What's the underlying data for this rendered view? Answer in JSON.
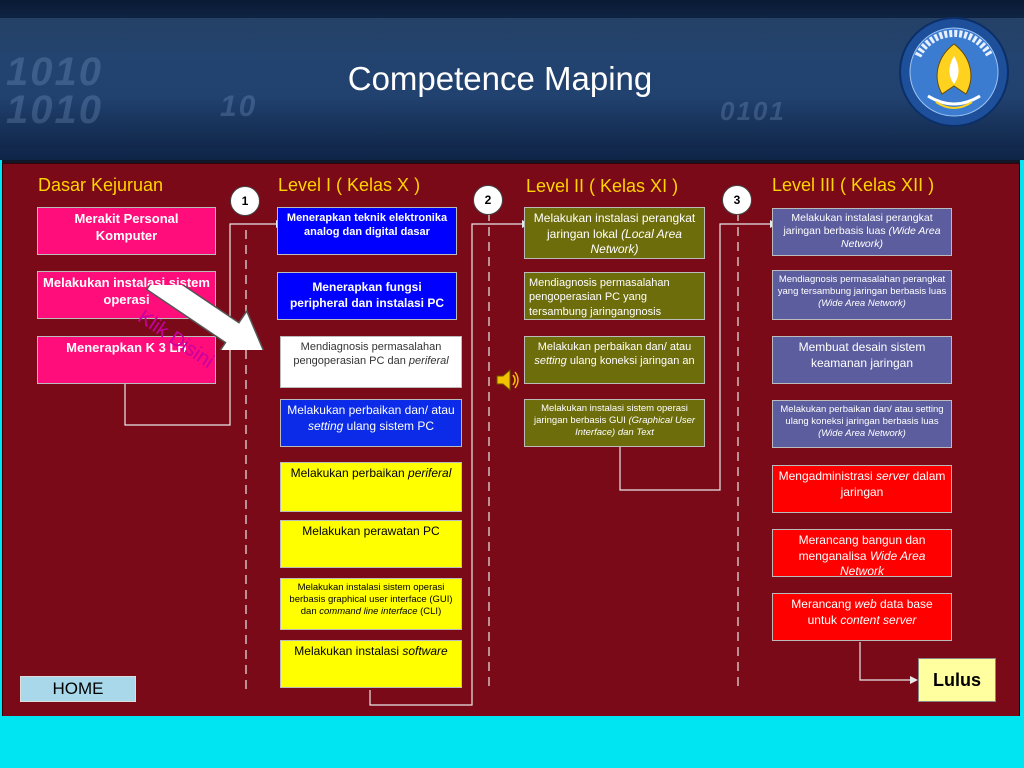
{
  "title": "Competence Maping",
  "columns": [
    {
      "heading": "Dasar Kejuruan"
    },
    {
      "heading": "Level I ( Kelas X )",
      "badge": "1"
    },
    {
      "heading": "Level II ( Kelas XI )",
      "badge": "2"
    },
    {
      "heading": "Level III ( Kelas XII )",
      "badge": "3"
    }
  ],
  "dasar": [
    "Merakit Personal Komputer",
    "Melakukan instalasi sistem operasi",
    "Menerapkan K 3 LH"
  ],
  "level1": {
    "l1_0": "Menerapkan teknik elektronika analog dan digital dasar",
    "l1_1": "Menerapkan fungsi peripheral dan instalasi PC",
    "l1_2a": "Mendiagnosis permasalahan pengoperasian PC dan ",
    "l1_2b": "periferal",
    "l1_3a": "Melakukan perbaikan dan/ atau ",
    "l1_3b": "setting",
    "l1_3c": " ulang sistem PC",
    "l1_4a": "Melakukan perbaikan ",
    "l1_4b": "periferal",
    "l1_5": "Melakukan perawatan PC",
    "l1_6a": "Melakukan instalasi sistem operasi berbasis graphical user interface (GUI) dan ",
    "l1_6b": "command line interface",
    "l1_6c": " (CLI)",
    "l1_7a": "Melakukan instalasi ",
    "l1_7b": "software"
  },
  "level2": {
    "l2_0a": "Melakukan instalasi perangkat jaringan lokal ",
    "l2_0b": "(Local Area Network)",
    "l2_1": "Mendiagnosis permasalahan pengoperasian PC yang tersambung jaringangnosis",
    "l2_2a": "Melakukan perbaikan dan/ atau ",
    "l2_2b": "setting",
    "l2_2c": " ulang koneksi jaringan an",
    "l2_3a": "Melakukan instalasi sistem operasi jaringan berbasis GUI ",
    "l2_3b": "(Graphical User Interface) dan Text"
  },
  "level3": {
    "l3_0a": "Melakukan instalasi perangkat jaringan berbasis luas ",
    "l3_0b": "(Wide Area Network)",
    "l3_1a": "Mendiagnosis permasalahan perangkat yang tersambung jaringan berbasis luas ",
    "l3_1b": "(Wide Area Network)",
    "l3_2": "Membuat desain sistem keamanan jaringan",
    "l3_3a": "Melakukan perbaikan dan/ atau setting ulang koneksi jaringan berbasis luas ",
    "l3_3b": "(Wide Area Network)",
    "l3_4a": "Mengadministrasi ",
    "l3_4b": "server",
    "l3_4c": " dalam jaringan",
    "l3_5a": "Merancang bangun dan menganalisa ",
    "l3_5b": "Wide Area Network",
    "l3_6a": "Merancang ",
    "l3_6b": "web",
    "l3_6c": " data base untuk ",
    "l3_6d": "content server"
  },
  "lulus": "Lulus",
  "home_button": "HOME",
  "klik_callout": "Klik Disini",
  "colors": {
    "panel": "#7a0a17",
    "heading": "#ffd400",
    "dasar_box": "#ff0d7a",
    "level1_blue": "#0000ff",
    "level1_yellow": "#ffff00",
    "level2_box": "#6e6d0c",
    "level3_box": "#5c5d9e",
    "level3_red": "#ff0000",
    "lulus_box": "#ffffa0",
    "home_button": "#a8d8ea",
    "bottom_strip": "#00e5f2"
  },
  "icons": [
    "logo-tut-wuri-handayani-icon",
    "speaker-icon",
    "arrow-right-icon"
  ]
}
